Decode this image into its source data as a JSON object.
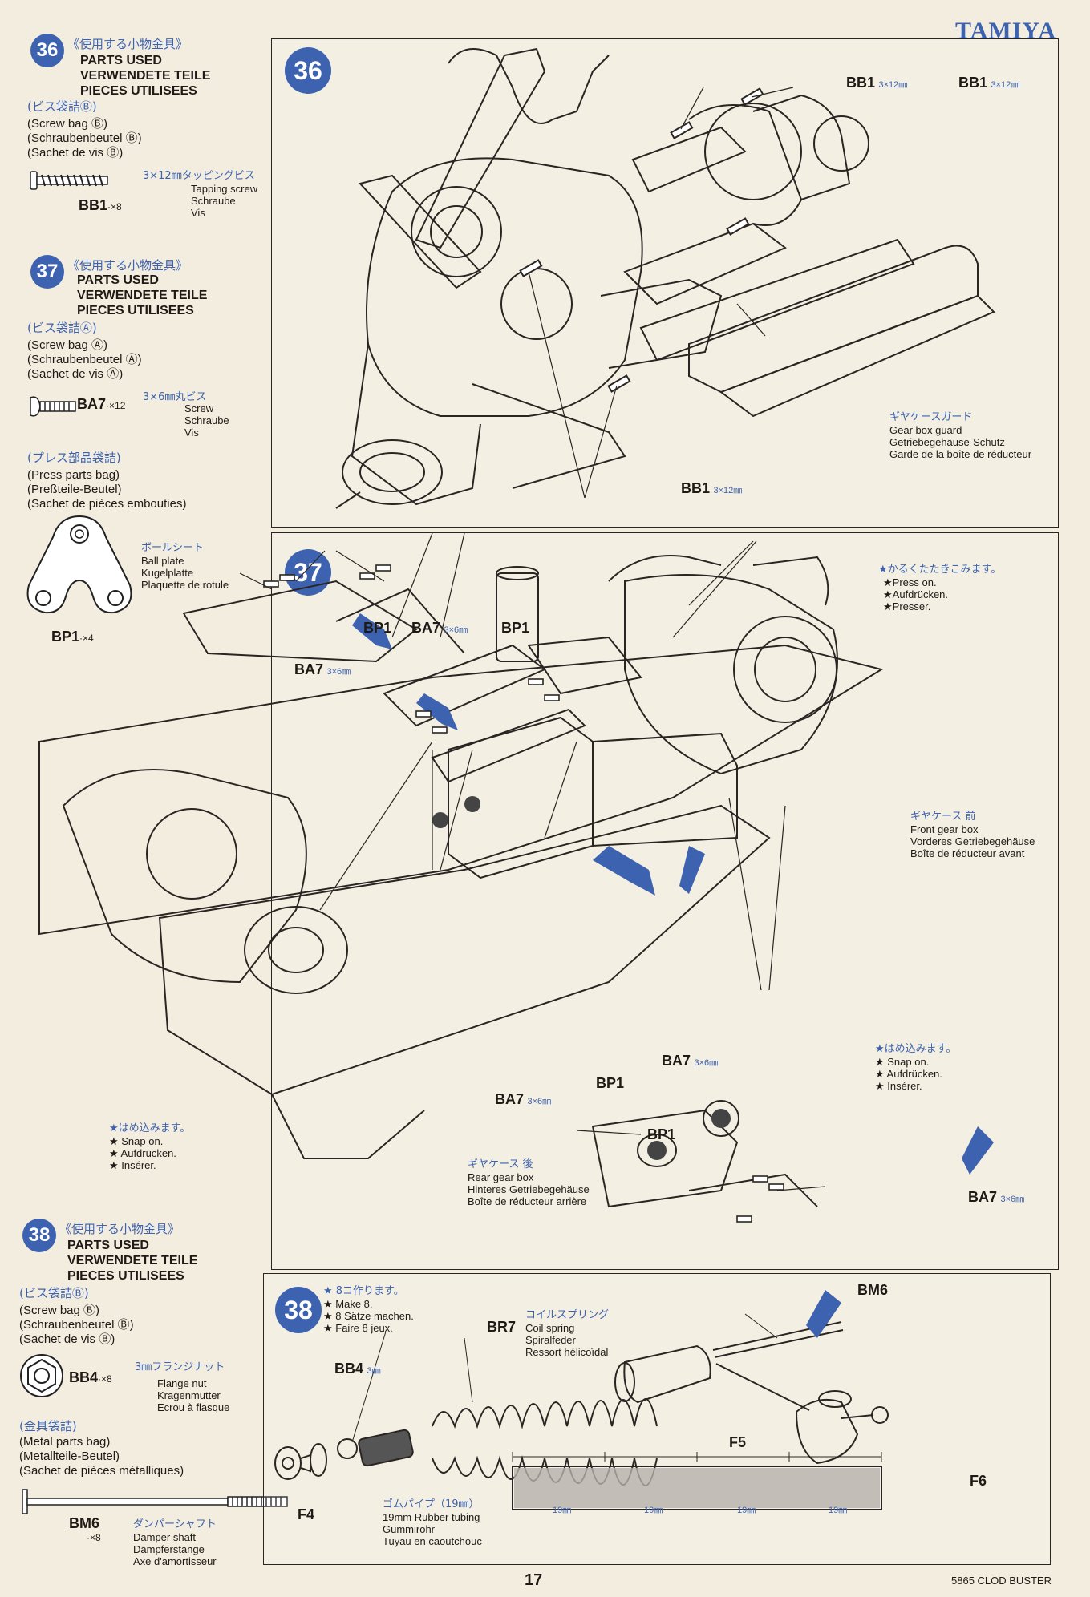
{
  "header": {
    "brand": "TAMIYA"
  },
  "footer": {
    "page_number": "17",
    "model": "5865 CLOD BUSTER"
  },
  "sidebar": {
    "step36": {
      "number": "36",
      "jp_title": "《使用する小物金具》",
      "parts_used": [
        "PARTS USED",
        "VERWENDETE TEILE",
        "PIECES UTILISEES"
      ],
      "bag_jp": "(ビス袋詰Ⓑ)",
      "bag": [
        "(Screw bag Ⓑ)",
        "(Schraubenbeutel Ⓑ)",
        "(Sachet de vis Ⓑ)"
      ],
      "part": {
        "jp": "3×12㎜タッピングビス",
        "names": [
          "Tapping screw",
          "Schraube",
          "Vis"
        ],
        "code": "BB1",
        "qty": "·×8"
      }
    },
    "step37": {
      "number": "37",
      "jp_title": "《使用する小物金具》",
      "parts_used": [
        "PARTS USED",
        "VERWENDETE TEILE",
        "PIECES UTILISEES"
      ],
      "bag_jp": "(ビス袋詰Ⓐ)",
      "bag": [
        "(Screw bag Ⓐ)",
        "(Schraubenbeutel Ⓐ)",
        "(Sachet de vis Ⓐ)"
      ],
      "part": {
        "jp": "3×6㎜丸ビス",
        "names": [
          "Screw",
          "Schraube",
          "Vis"
        ],
        "code": "BA7",
        "qty": "·×12"
      },
      "press_jp": "(プレス部品袋詰)",
      "press_bag": [
        "(Press parts bag)",
        "(Preßteile-Beutel)",
        "(Sachet de pièces embouties)"
      ],
      "press_part": {
        "jp": "ボールシート",
        "names": [
          "Ball plate",
          "Kugelplatte",
          "Plaquette de rotule"
        ],
        "code": "BP1",
        "qty": "·×4"
      }
    },
    "step38": {
      "number": "38",
      "jp_title": "《使用する小物金具》",
      "parts_used": [
        "PARTS USED",
        "VERWENDETE TEILE",
        "PIECES UTILISEES"
      ],
      "bag_jp": "(ビス袋詰Ⓑ)",
      "bag": [
        "(Screw bag Ⓑ)",
        "(Schraubenbeutel Ⓑ)",
        "(Sachet de vis Ⓑ)"
      ],
      "part": {
        "jp": "3㎜フランジナット",
        "names": [
          "Flange nut",
          "Kragenmutter",
          "Ecrou à flasque"
        ],
        "code": "BB4",
        "qty": "·×8"
      },
      "metal_jp": "(金具袋詰)",
      "metal_bag": [
        "(Metal parts bag)",
        "(Metallteile-Beutel)",
        "(Sachet de pièces métalliques)"
      ],
      "metal_part": {
        "jp": "ダンパーシャフト",
        "names": [
          "Damper shaft",
          "Dämpferstange",
          "Axe d'amortisseur"
        ],
        "code": "BM6",
        "qty": "·×8"
      }
    }
  },
  "panel36": {
    "number": "36",
    "callouts": {
      "bb1_a": "BB1",
      "bb1_b": "BB1",
      "bb1_c": "BB1",
      "size": "3×12㎜"
    },
    "guard": {
      "jp": "ギヤケースガード",
      "names": [
        "Gear box guard",
        "Getriebegehäuse-Schutz",
        "Garde de la boîte de réducteur"
      ]
    }
  },
  "panel37": {
    "number": "37",
    "press_note": {
      "jp": "★かるくたたきこみます。",
      "lines": [
        "★Press on.",
        "★Aufdrücken.",
        "★Presser."
      ]
    },
    "snap_right": {
      "jp": "★はめ込みます。",
      "lines": [
        "★ Snap on.",
        "★ Aufdrücken.",
        "★ Insérer."
      ]
    },
    "snap_left": {
      "jp": "★はめ込みます。",
      "lines": [
        "★ Snap on.",
        "★ Aufdrücken.",
        "★ Insérer."
      ]
    },
    "front_gear": {
      "jp": "ギヤケース 前",
      "names": [
        "Front gear box",
        "Vorderes Getriebegehäuse",
        "Boîte de réducteur avant"
      ]
    },
    "rear_gear": {
      "jp": "ギヤケース 後",
      "names": [
        "Rear gear box",
        "Hinteres Getriebegehäuse",
        "Boîte de réducteur arrière"
      ]
    },
    "labels": {
      "bp1": "BP1",
      "ba7": "BA7",
      "size": "3×6㎜"
    }
  },
  "panel38": {
    "number": "38",
    "make_note": {
      "jp": "★ 8コ作ります。",
      "lines": [
        "★ Make 8.",
        "★ 8 Sätze machen.",
        "★ Faire 8 jeux."
      ]
    },
    "spring": {
      "jp": "コイルスプリング",
      "code": "BR7",
      "names": [
        "Coil spring",
        "Spiralfeder",
        "Ressort hélicoïdal"
      ]
    },
    "bb4": {
      "code": "BB4",
      "size": "3㎜"
    },
    "bm6": "BM6",
    "f_labels": {
      "f4": "F4",
      "f5": "F5",
      "f6": "F6"
    },
    "tubing": {
      "jp": "ゴムパイプ（19㎜）",
      "names": [
        "19mm Rubber tubing",
        "Gummirohr",
        "Tuyau en caoutchouc"
      ]
    },
    "dims": [
      "19㎜",
      "19㎜",
      "19㎜",
      "19㎜"
    ]
  }
}
